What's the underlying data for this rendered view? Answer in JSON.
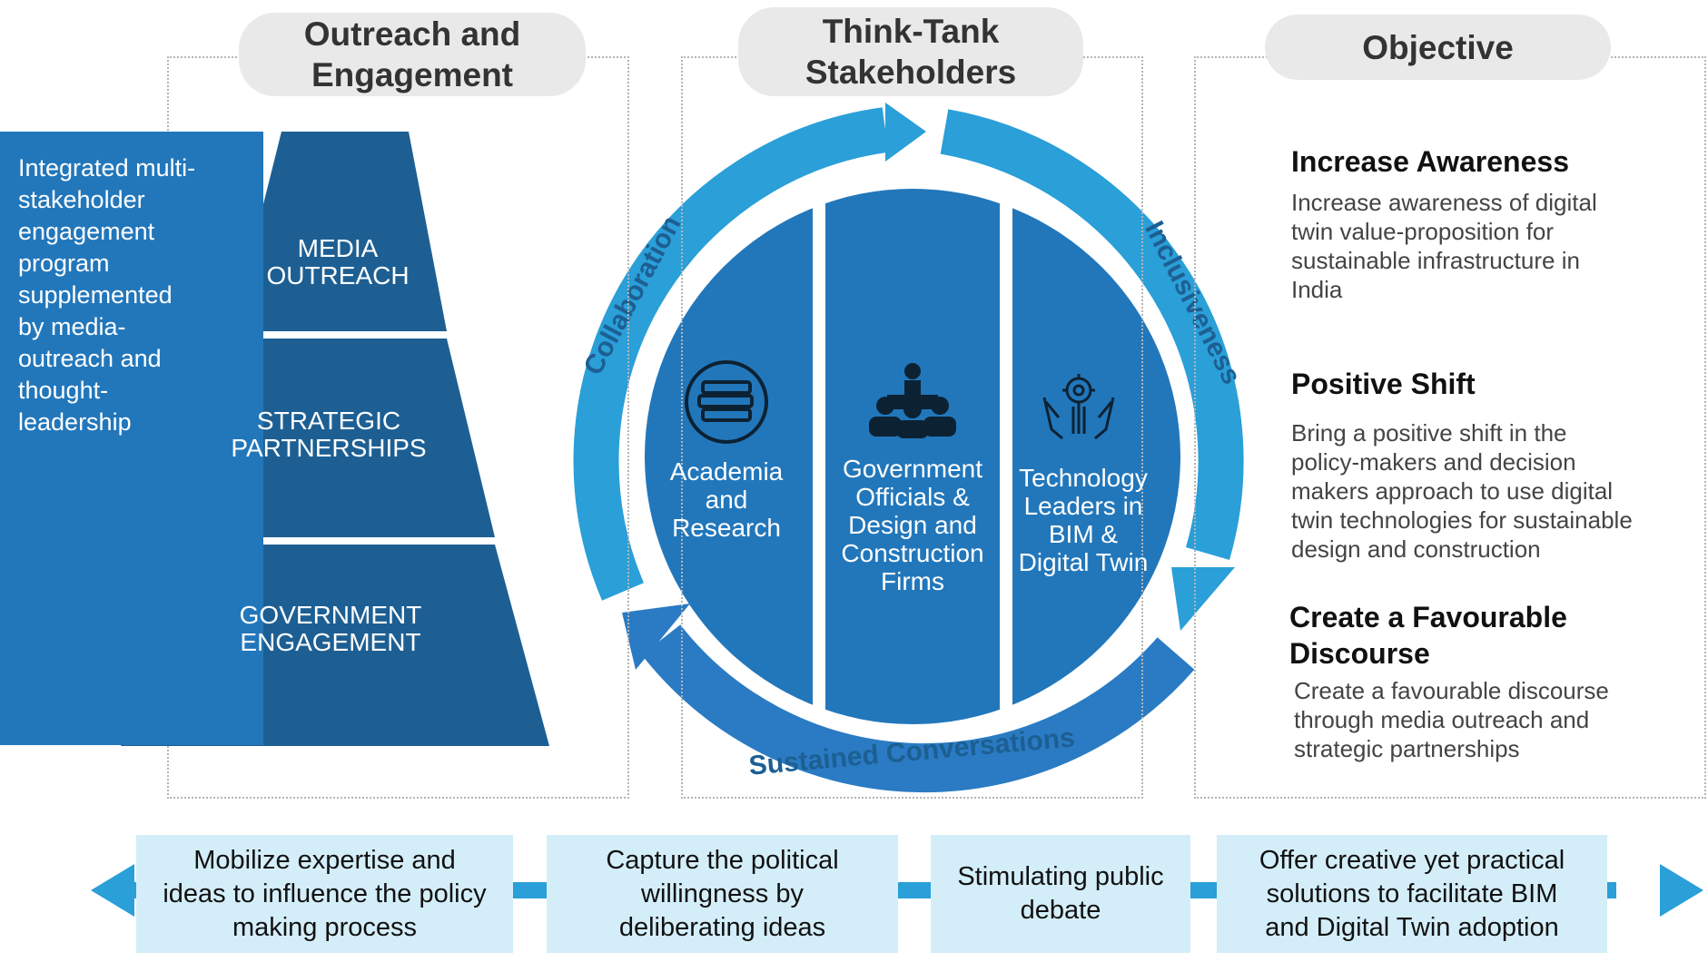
{
  "headers": {
    "outreach": "Outreach and Engagement",
    "think_tank": "Think-Tank Stakeholders",
    "objective": "Objective"
  },
  "left_panel": {
    "description": "Integrated multi-stakeholder engagement program supplemented by media-outreach and thought-leadership",
    "layers": [
      {
        "label_line1": "MEDIA",
        "label_line2": "OUTREACH"
      },
      {
        "label_line1": "STRATEGIC",
        "label_line2": "PARTNERSHIPS"
      },
      {
        "label_line1": "GOVERNMENT",
        "label_line2": "ENGAGEMENT"
      }
    ]
  },
  "cycle": {
    "arrows": [
      "Collaboration",
      "Inclusiveness",
      "Sustained Conversations"
    ],
    "columns": [
      {
        "icon": "books-icon",
        "lines": [
          "Academia",
          "and",
          "Research"
        ]
      },
      {
        "icon": "meeting-icon",
        "lines": [
          "Government",
          "Officials &",
          "Design and",
          "Construction",
          "Firms"
        ]
      },
      {
        "icon": "gear-hands-icon",
        "lines": [
          "Technology",
          "Leaders in",
          "BIM &",
          "Digital Twin"
        ]
      }
    ]
  },
  "objectives": [
    {
      "title": "Increase Awareness",
      "lines": [
        "Increase awareness of digital",
        "twin value-proposition for",
        "sustainable infrastructure in",
        "India"
      ]
    },
    {
      "title": "Positive Shift",
      "lines": [
        "Bring a positive shift in the",
        "policy-makers and decision",
        "makers approach to use digital",
        "twin technologies for sustainable",
        "design and construction"
      ]
    },
    {
      "title_lines": [
        "Create a Favourable",
        "Discourse"
      ],
      "lines": [
        "Create a favourable discourse",
        "through media outreach and",
        "strategic partnerships"
      ]
    }
  ],
  "bottom": [
    [
      "Mobilize expertise and",
      "ideas to influence the policy",
      "making process"
    ],
    [
      "Capture the political",
      "willingness by",
      "deliberating ideas"
    ],
    [
      "Stimulating public",
      "debate"
    ],
    [
      "Offer creative yet practical",
      "solutions to facilitate BIM",
      "and Digital Twin adoption"
    ]
  ],
  "colors": {
    "dark_blue": "#1d5f93",
    "mid_blue": "#2277bb",
    "ring_blue": "#2a9fd8",
    "light_box": "#d4eef9"
  }
}
